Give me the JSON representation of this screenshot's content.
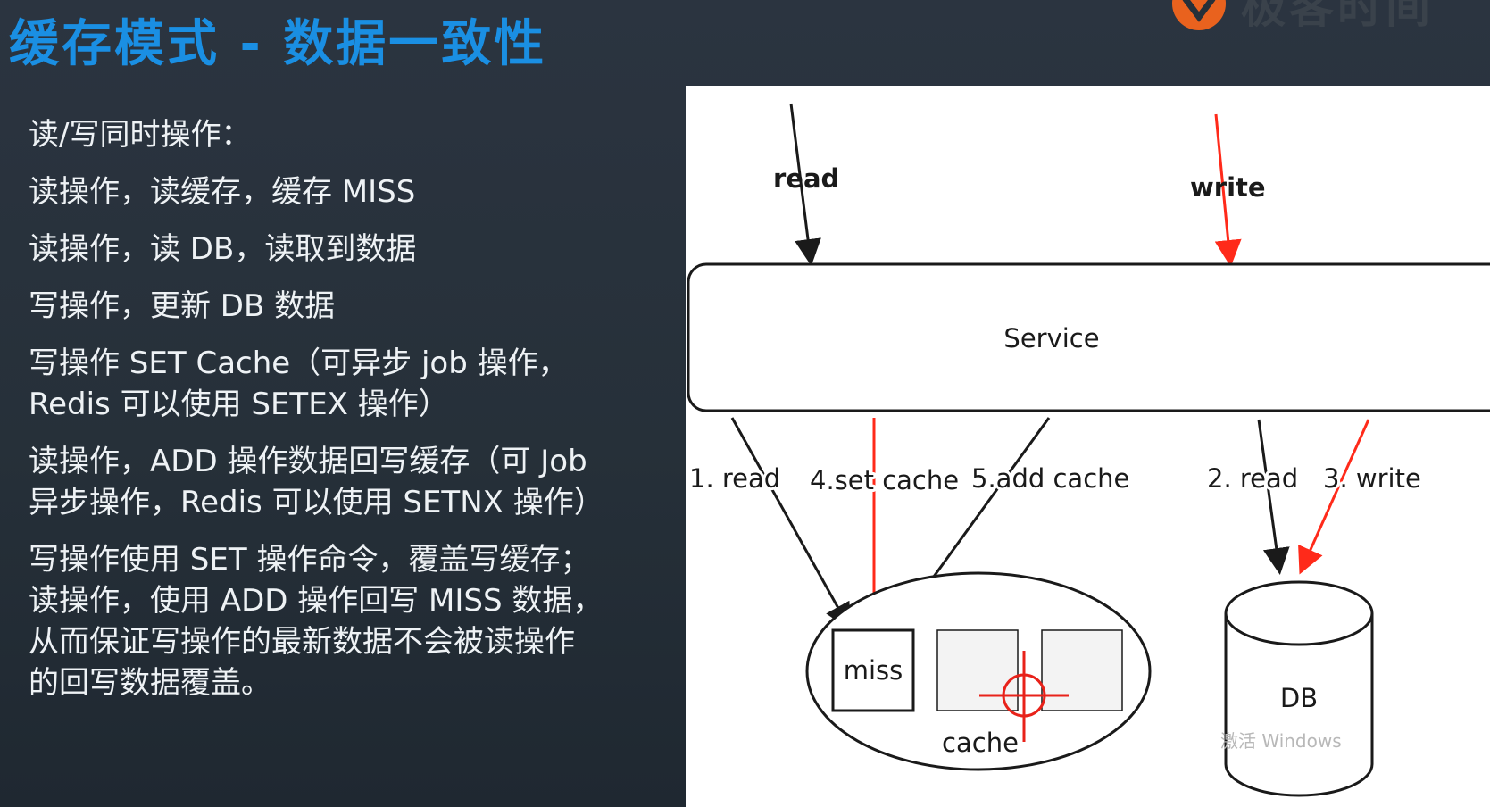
{
  "slide": {
    "title": "缓存模式 - 数据一致性",
    "brand": "极客时间"
  },
  "bullets": [
    {
      "lines": [
        "读/写同时操作："
      ]
    },
    {
      "lines": [
        "读操作，读缓存，缓存 MISS"
      ]
    },
    {
      "lines": [
        "读操作，读 DB，读取到数据"
      ]
    },
    {
      "lines": [
        "写操作，更新 DB 数据"
      ]
    },
    {
      "lines": [
        "写操作 SET Cache（可异步 job 操作，",
        "Redis 可以使用 SETEX 操作）"
      ]
    },
    {
      "lines": [
        "读操作，ADD 操作数据回写缓存（可 Job",
        "异步操作，Redis 可以使用 SETNX 操作）"
      ]
    },
    {
      "lines": [
        "写操作使用 SET 操作命令，覆盖写缓存；",
        "读操作，使用 ADD 操作回写 MISS 数据，",
        "从而保证写操作的最新数据不会被读操作",
        "的回写数据覆盖。"
      ]
    }
  ],
  "diagram": {
    "labels": {
      "read_in": "read",
      "write_in": "write",
      "service": "Service",
      "step1": "1. read",
      "step4": "4.set cache",
      "step5": "5.add cache",
      "step2": "2. read",
      "step3": "3. write",
      "miss": "miss",
      "cache": "cache",
      "db": "DB"
    },
    "colors": {
      "read_path": "#1a1a1a",
      "write_path": "#ff2a1a",
      "cursor": "#e8221a"
    }
  },
  "watermark": "激活 Windows"
}
